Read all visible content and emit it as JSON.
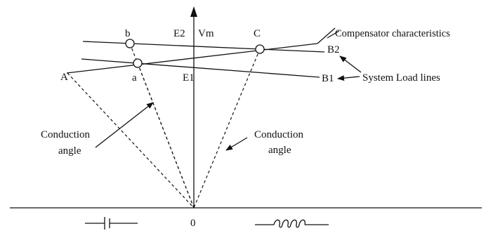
{
  "diagram": {
    "labels": {
      "b": "b",
      "e2": "E2",
      "vm": "Vm",
      "c": "C",
      "compensator": "Compensator characteristics",
      "b2": "B2",
      "a_upper": "A",
      "a_lower": "a",
      "e1": "E1",
      "b1": "B1",
      "system_load": "System Load  lines",
      "conduction_left_1": "Conduction",
      "conduction_left_2": "angle",
      "conduction_right_1": "Conduction",
      "conduction_right_2": "angle",
      "origin": "0"
    }
  }
}
